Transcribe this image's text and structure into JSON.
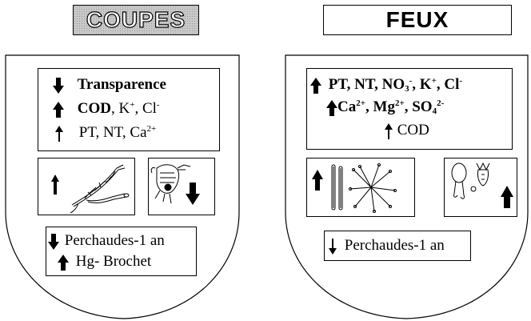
{
  "coupes": {
    "title": "COUPES",
    "water_box": {
      "line1": {
        "arrow": "down-bold",
        "text": "Transparence"
      },
      "line2": {
        "arrow": "up-bold",
        "bold": "COD",
        "rest": ", K",
        "k_sup": "+",
        "cl": ", Cl",
        "cl_sup": "-"
      },
      "line3": {
        "arrow": "up-thin",
        "text": "PT, NT, Ca",
        "sup": "2+"
      }
    },
    "algae_box": {
      "arrow": "up-thin",
      "icon": "filamentous-algae-icon"
    },
    "zoo_box": {
      "arrow": "down-bold",
      "icon": "zooplankton-icon"
    },
    "fish_box": {
      "line1": {
        "arrow": "down-bold",
        "text": "Perchaudes-1 an"
      },
      "line2": {
        "arrow": "up-bold",
        "text": "Hg- Brochet"
      }
    }
  },
  "feux": {
    "title": "FEUX",
    "water_box": {
      "line1": {
        "arrow": "up-bold",
        "pre": "PT, NT, NO",
        "no_sub": "3",
        "no_sup": "-",
        "k": ", K",
        "k_sup": "+",
        "cl": ", Cl",
        "cl_sup": "-"
      },
      "line2": {
        "arrow": "up-bold",
        "ca": "Ca",
        "ca_sup": "2+",
        "mg": ", Mg",
        "mg_sup": "2+",
        "so": ", SO",
        "so_sub": "4",
        "so_sup": "2-"
      },
      "line3": {
        "arrow": "up-thin",
        "text": "COD"
      }
    },
    "diatom_box": {
      "arrow": "up-bold",
      "icon": "diatom-colony-icon"
    },
    "rotifer_box": {
      "arrow": "up-bold",
      "icon": "rotifer-icon"
    },
    "fish_box": {
      "line1": {
        "arrow": "down-thin",
        "text": "Perchaudes-1 an"
      }
    }
  }
}
